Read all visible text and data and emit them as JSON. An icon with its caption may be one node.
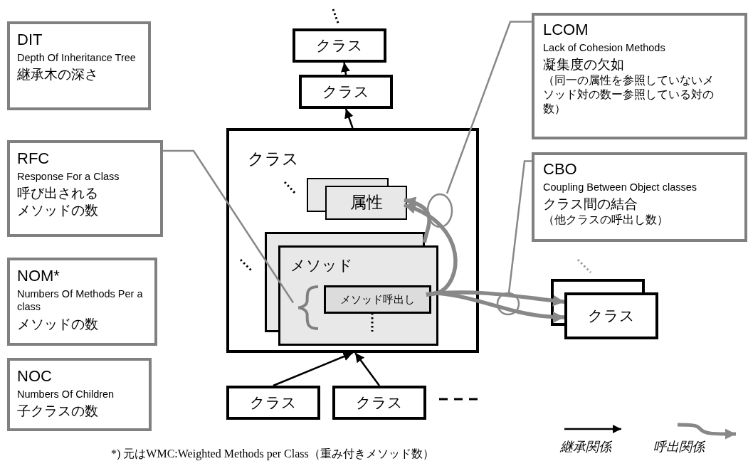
{
  "diagram": {
    "nodes": [
      {
        "text": [
          "DIT",
          "Depth Of Inheritance Tree",
          "継承木の深さ"
        ]
      },
      {
        "text": [
          "RFC",
          "Response For a Class",
          "呼び出されるメソッドの数"
        ]
      },
      {
        "text": [
          "NOM*",
          "Numbers Of Methods Per a class",
          "メソッドの数"
        ]
      },
      {
        "text": [
          "NOC",
          "Numbers Of Children",
          "子クラスの数"
        ]
      },
      {
        "text": [
          "クラス"
        ]
      },
      {
        "text": [
          "クラス"
        ]
      },
      {
        "text": [
          "クラス"
        ]
      },
      {
        "text": [
          "属性"
        ],
        "in": 6
      },
      {
        "text": [
          "メソッド"
        ],
        "in": 6
      },
      {
        "text": [
          "メソッド呼出し"
        ],
        "in": 8
      },
      {
        "text": [
          "LCOM",
          "Lack of Cohesion Methods",
          "凝集度の欠如",
          "（同一の属性を参照していないメソッド対の数ー参照している対の数）"
        ]
      },
      {
        "text": [
          "CBO",
          "Coupling Between Object classes",
          "クラス間の結合",
          "（他クラスの呼出し数）"
        ]
      },
      {
        "text": [
          "クラス"
        ]
      },
      {
        "text": [
          "クラス"
        ]
      },
      {
        "text": [
          "クラス"
        ]
      },
      {
        "text": [],
        "shape": "brace",
        "in": 8
      }
    ],
    "edges": [
      {
        "from": 5,
        "to": 4,
        "arrow": "to",
        "color": "#000000"
      },
      {
        "from": 6,
        "to": 5,
        "arrow": "to",
        "color": "#000000"
      },
      {
        "from": 13,
        "to": 6,
        "arrow": "to",
        "color": "#000000"
      },
      {
        "from": 14,
        "to": 6,
        "arrow": "to",
        "color": "#000000"
      },
      {
        "from": 9,
        "to": 7,
        "arrow": "to",
        "style": "thick"
      },
      {
        "from": 8,
        "to": 7,
        "arrow": "to",
        "style": "thick"
      },
      {
        "from": 9,
        "to": 12,
        "arrow": "to",
        "style": "thick"
      },
      {
        "from": 9,
        "to": 12,
        "arrow": "to",
        "style": "thick"
      },
      {
        "from": 1,
        "to": 15,
        "arrow": "none"
      },
      {
        "from": 10,
        "to": null,
        "arrow": "none"
      },
      {
        "from": 11,
        "to": null,
        "arrow": "none"
      }
    ],
    "labels": [
      "*) 元はWMC:Weighted Methods per Class（重み付きメソッド数）"
    ],
    "legend": [
      {
        "text": "継承関係"
      },
      {
        "text": "呼出関係"
      }
    ]
  }
}
